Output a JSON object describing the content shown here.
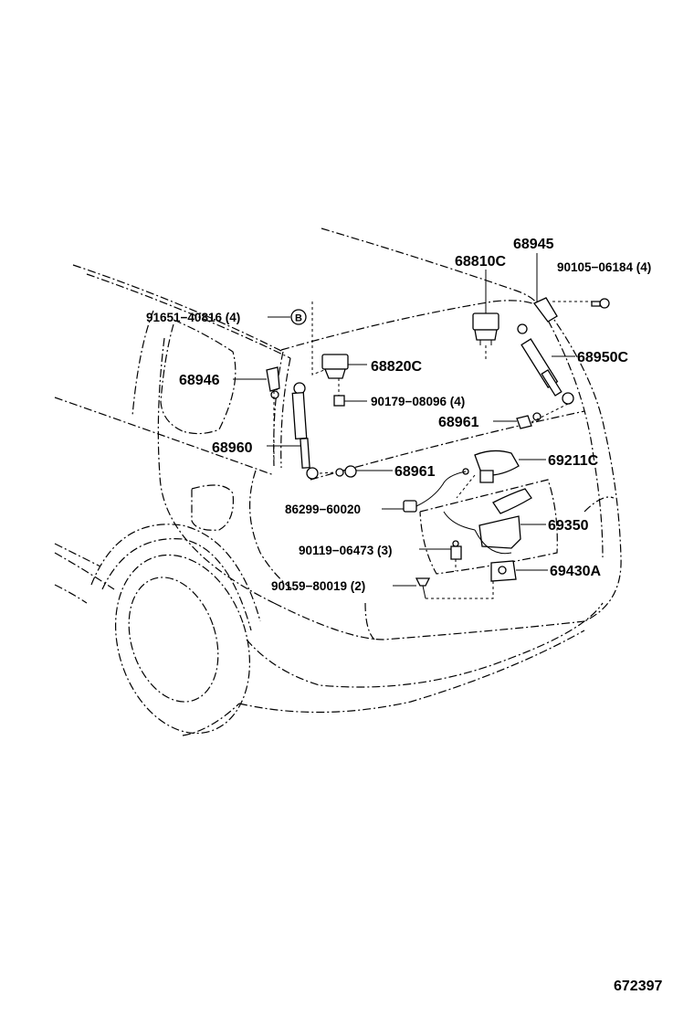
{
  "diagram": {
    "reference_number": "672397",
    "callouts": {
      "p68945": "68945",
      "p68810c": "68810C",
      "p90105": "90105−06184 (4)",
      "p91651": "91651−40816 (4)",
      "b_mark": "B",
      "p68946": "68946",
      "p68820c": "68820C",
      "p68950c": "68950C",
      "p90179": "90179−08096 (4)",
      "p68961a": "68961",
      "p68960": "68960",
      "p68961b": "68961",
      "p69211c": "69211C",
      "p86299": "86299−60020",
      "p69350": "69350",
      "p90119": "90119−06473 (3)",
      "p69430a": "69430A",
      "p90159": "90159−80019 (2)"
    }
  }
}
